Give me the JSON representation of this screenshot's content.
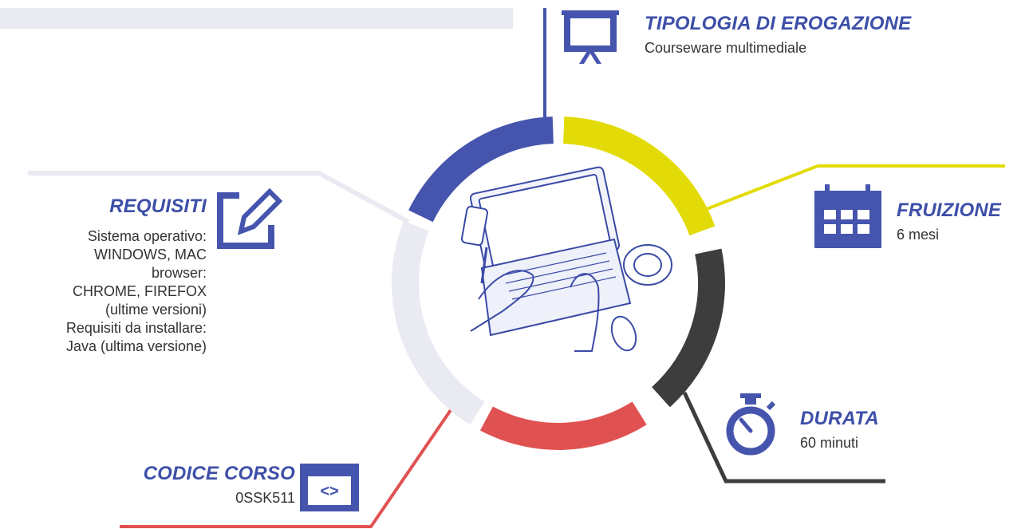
{
  "colors": {
    "blue": "#4555ad",
    "yellow": "#e3db07",
    "dark": "#3d3d3d",
    "red": "#e05252",
    "light": "#e9eaf2",
    "title": "#3d4fa8"
  },
  "sections": {
    "tipologia": {
      "title": "TIPOLOGIA DI EROGAZIONE",
      "value": "Courseware multimediale",
      "icon": "presentation-board-icon"
    },
    "fruizione": {
      "title": "FRUIZIONE",
      "value": "6 mesi",
      "icon": "calendar-icon"
    },
    "durata": {
      "title": "DURATA",
      "value": "60 minuti",
      "icon": "stopwatch-icon"
    },
    "codice": {
      "title": "CODICE CORSO",
      "value": "0SSK511",
      "icon": "code-window-icon"
    },
    "requisiti": {
      "title": "REQUISITI",
      "icon": "edit-icon",
      "lines": [
        "Sistema operativo:",
        "WINDOWS, MAC",
        "browser:",
        "CHROME, FIREFOX",
        "(ultime versioni)",
        "Requisiti da installare:",
        "Java (ultima versione)"
      ]
    }
  },
  "center_image": "laptop-hands-sketch"
}
